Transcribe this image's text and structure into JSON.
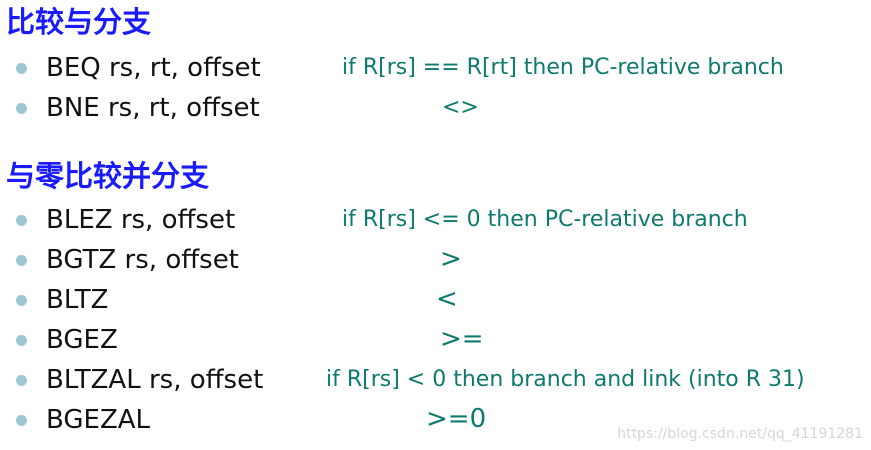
{
  "section1": {
    "heading": "比较与分支",
    "rows": [
      {
        "instr": "BEQ rs, rt, offset",
        "desc": "if R[rs] == R[rt] then PC-relative branch"
      },
      {
        "instr": "BNE rs, rt, offset",
        "desc": "<>"
      }
    ]
  },
  "section2": {
    "heading": "与零比较并分支",
    "rows": [
      {
        "instr": "BLEZ rs, offset",
        "desc": "if R[rs] <= 0 then PC-relative branch"
      },
      {
        "instr": "BGTZ rs, offset",
        "desc": ">"
      },
      {
        "instr": "BLTZ",
        "desc": "<"
      },
      {
        "instr": "BGEZ",
        "desc": ">="
      },
      {
        "instr": "BLTZAL rs, offset",
        "desc": "if R[rs] < 0 then branch and link (into R 31)"
      },
      {
        "instr": "BGEZAL",
        "desc": ">=0"
      }
    ]
  },
  "watermark": "https://blog.csdn.net/qq_41191281",
  "colors": {
    "heading": "#1a1aff",
    "instruction": "#111111",
    "description": "#0e7a6e",
    "bullet": "#9cc8d2"
  }
}
